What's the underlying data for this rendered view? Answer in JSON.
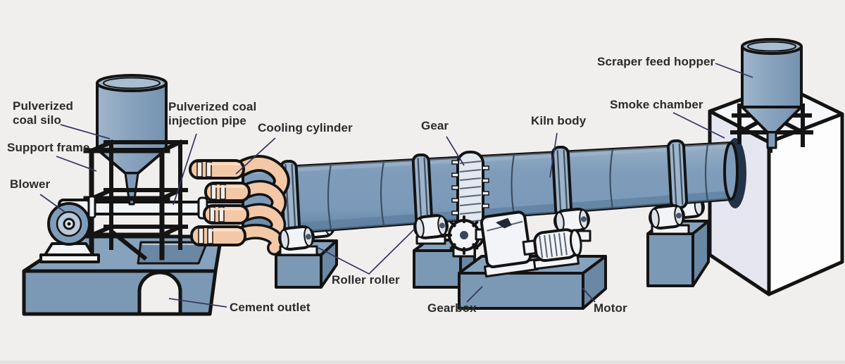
{
  "diagram": {
    "labels": {
      "pulverized_coal_silo": "Pulverized coal silo",
      "support_frame": "Support frame",
      "blower": "Blower",
      "pulverized_coal_injection_pipe": "Pulverized coal injection pipe",
      "cooling_cylinder": "Cooling cylinder",
      "gear": "Gear",
      "kiln_body": "Kiln body",
      "scraper_feed_hopper": "Scraper feed hopper",
      "smoke_chamber": "Smoke chamber",
      "roller": "Roller roller",
      "cement_outlet": "Cement outlet",
      "gearbox": "Gearbox",
      "motor": "Motor"
    },
    "colors": {
      "background": "#f1efee",
      "machine_blue": "#7e9cba",
      "machine_blue_light": "#9db4ca",
      "machine_blue_dark": "#5f809f",
      "platform_top": "#87a2bd",
      "platform_front": "#7b98b4",
      "platform_side": "#6a87a3",
      "cooler_peach": "#f4c8a6",
      "cooler_peach_light": "#fbe0c8",
      "chamber_lavender": "#e6e6f1",
      "white_part": "#f3f4f7",
      "gear_ring_fill": "#e3e7ee",
      "outline": "#131313",
      "leader_line": "#35355e",
      "label_text": "#2b2b2b",
      "hole_dark": "#22334a"
    }
  }
}
